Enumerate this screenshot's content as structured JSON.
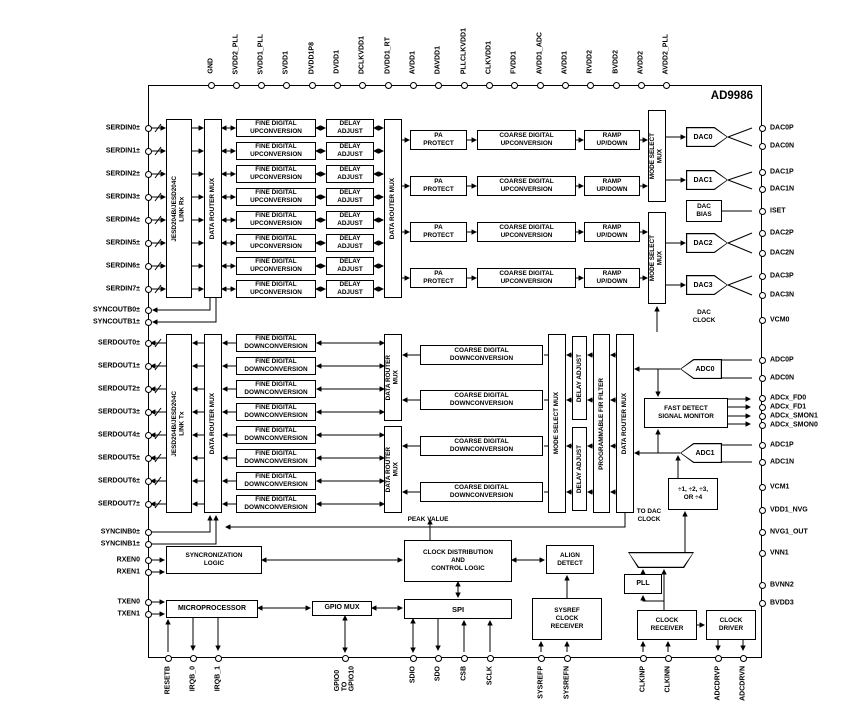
{
  "chip": {
    "name": "AD9986"
  },
  "pins": {
    "top": [
      "GND",
      "SVDD2_PLL",
      "SVDD1_PLL",
      "SVDD1",
      "DVDD1P8",
      "DVDD1",
      "DCLKVDD1",
      "DVDD1_RT",
      "AVDD1",
      "DAVDD1",
      "PLLCLKVDD1",
      "CLKVDD1",
      "FVDD1",
      "AVDD1_ADC",
      "AVDD1",
      "RVDD2",
      "BVDD2",
      "AVDD2",
      "AVDD2_PLL"
    ],
    "left": [
      "SERDIN0±",
      "SERDIN1±",
      "SERDIN2±",
      "SERDIN3±",
      "SERDIN4±",
      "SERDIN5±",
      "SERDIN6±",
      "SERDIN7±",
      "SYNCOUTB0±",
      "SYNCOUTB1±",
      "SERDOUT0±",
      "SERDOUT1±",
      "SERDOUT2±",
      "SERDOUT3±",
      "SERDOUT4±",
      "SERDOUT5±",
      "SERDOUT6±",
      "SERDOUT7±",
      "SYNCINB0±",
      "SYNCINB1±",
      "RXEN0",
      "RXEN1",
      "TXEN0",
      "TXEN1"
    ],
    "right": [
      "DAC0P",
      "DAC0N",
      "DAC1P",
      "DAC1N",
      "ISET",
      "DAC2P",
      "DAC2N",
      "DAC3P",
      "DAC3N",
      "VCM0",
      "ADC0P",
      "ADC0N",
      "ADCx_FD0",
      "ADCx_FD1",
      "ADCx_SMON1",
      "ADCx_SMON0",
      "ADC1P",
      "ADC1N",
      "VCM1",
      "VDD1_NVG",
      "NVG1_OUT",
      "VNN1",
      "BVNN2",
      "BVDD3"
    ],
    "bottom": [
      "RESETB",
      "IRQB_0",
      "IRQB_1",
      "GPIO0\nTO\nGPIO10",
      "SDIO",
      "SDO",
      "CSB",
      "SCLK",
      "SYSREFP",
      "SYSREFN",
      "CLKINP",
      "CLKINN",
      "ADCDRVP",
      "ADCDRVN"
    ]
  },
  "tx": {
    "link_rx": "JESD204B/JESD204C\nLINK Rx",
    "data_router_mux": "DATA ROUTER MUX",
    "fine_upconversion": "FINE DIGITAL\nUPCONVERSION",
    "delay_adjust": "DELAY\nADJUST",
    "pa_protect": "PA\nPROTECT",
    "coarse_upconversion": "COARSE DIGITAL\nUPCONVERSION",
    "ramp_updown": "RAMP\nUP/DOWN",
    "mode_select_mux": "MODE SELECT\nMUX",
    "dacs": [
      "DAC0",
      "DAC1",
      "DAC2",
      "DAC3"
    ],
    "dac_bias": "DAC\nBIAS",
    "dac_clock": "DAC\nCLOCK"
  },
  "rx": {
    "link_tx": "JESD204B/JESD204C\nLINK Tx",
    "data_router_mux": "DATA ROUTER MUX",
    "data_router_mux_2": "DATA ROUTER\nMUX",
    "fine_downconversion": "FINE DIGITAL\nDOWNCONVERSION",
    "coarse_downconversion": "COARSE DIGITAL\nDOWNCONVERSION",
    "mode_select_mux": "MODE SELECT MUX",
    "delay_adjust": "DELAY ADJUST",
    "fir_filter": "PROGRAMMABLE FIR FILTER",
    "adcs": [
      "ADC0",
      "ADC1"
    ],
    "fast_detect": "FAST DETECT\nSIGNAL MONITOR",
    "divider": "÷1, ÷2, ÷3,\nOR ÷4",
    "peak_value": "PEAK VALUE",
    "to_dac_clock": "TO DAC\nCLOCK"
  },
  "bottom": {
    "sync_logic": "SYNCRONIZATION\nLOGIC",
    "microprocessor": "MICROPROCESSOR",
    "gpio_mux": "GPIO MUX",
    "spi": "SPI",
    "clock_dist": "CLOCK DISTRIBUTION\nAND\nCONTROL LOGIC",
    "align_detect": "ALIGN\nDETECT",
    "sysref_receiver": "SYSREF\nCLOCK\nRECEIVER",
    "pll": "PLL",
    "clock_receiver": "CLOCK\nRECEIVER",
    "clock_driver": "CLOCK\nDRIVER"
  }
}
